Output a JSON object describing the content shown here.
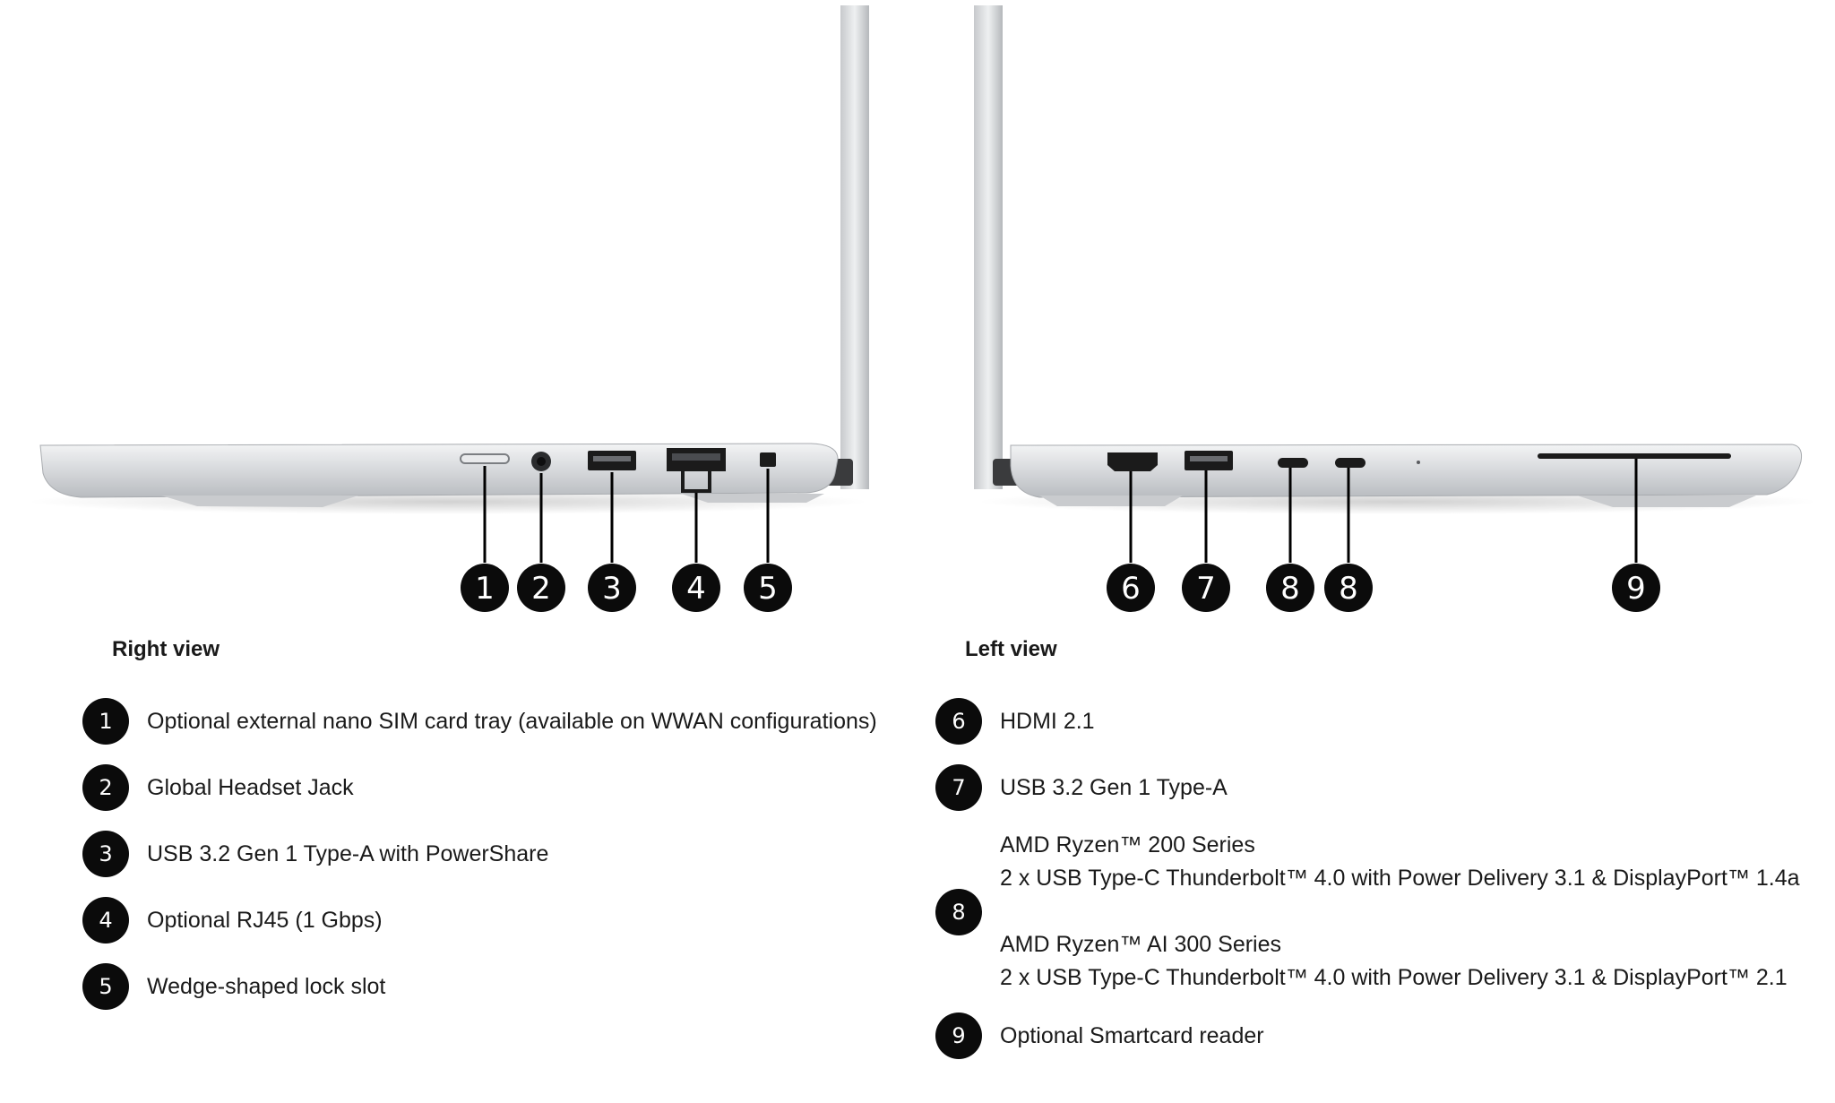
{
  "right_view": {
    "heading": "Right view",
    "callouts": [
      "1",
      "2",
      "3",
      "4",
      "5"
    ],
    "items": [
      {
        "num": "1",
        "text": "Optional external nano SIM card tray (available on WWAN configurations)"
      },
      {
        "num": "2",
        "text": "Global Headset Jack"
      },
      {
        "num": "3",
        "text": "USB 3.2 Gen 1 Type-A with PowerShare"
      },
      {
        "num": "4",
        "text": "Optional RJ45 (1 Gbps)"
      },
      {
        "num": "5",
        "text": "Wedge-shaped lock slot"
      }
    ]
  },
  "left_view": {
    "heading": "Left view",
    "callouts": [
      "6",
      "7",
      "8",
      "8",
      "9"
    ],
    "items": [
      {
        "num": "6",
        "lines": [
          "HDMI 2.1"
        ]
      },
      {
        "num": "7",
        "lines": [
          "USB 3.2 Gen 1 Type-A"
        ]
      },
      {
        "num": "8",
        "lines": [
          "AMD Ryzen™ 200 Series",
          "2 x USB Type-C Thunderbolt™ 4.0 with Power Delivery 3.1 & DisplayPort™ 1.4a",
          "",
          "AMD Ryzen™ AI 300 Series",
          "2 x USB Type-C Thunderbolt™ 4.0 with Power Delivery 3.1 & DisplayPort™ 2.1"
        ]
      },
      {
        "num": "9",
        "lines": [
          "Optional Smartcard reader"
        ]
      }
    ]
  },
  "colors": {
    "badge": "#0b0b0b",
    "chassis": "#d7d9dc",
    "port": "#1b1b1b"
  }
}
